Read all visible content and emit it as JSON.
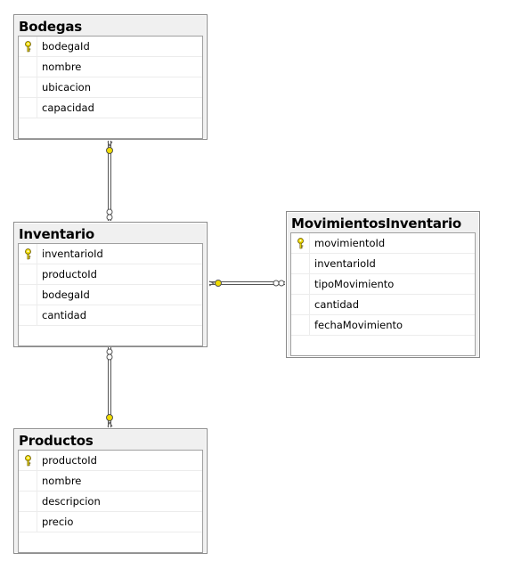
{
  "tables": {
    "bodegas": {
      "title": "Bodegas",
      "columns": [
        "bodegaId",
        "nombre",
        "ubicacion",
        "capacidad"
      ]
    },
    "inventario": {
      "title": "Inventario",
      "columns": [
        "inventarioId",
        "productoId",
        "bodegaId",
        "cantidad"
      ]
    },
    "productos": {
      "title": "Productos",
      "columns": [
        "productoId",
        "nombre",
        "descripcion",
        "precio"
      ]
    },
    "movimientos": {
      "title": "MovimientosInventario",
      "columns": [
        "movimientoId",
        "inventarioId",
        "tipoMovimiento",
        "cantidad",
        "fechaMovimiento"
      ]
    }
  },
  "primary_key_icon": "key-icon",
  "colors": {
    "key": "#f0dc00",
    "line": "#555555"
  }
}
